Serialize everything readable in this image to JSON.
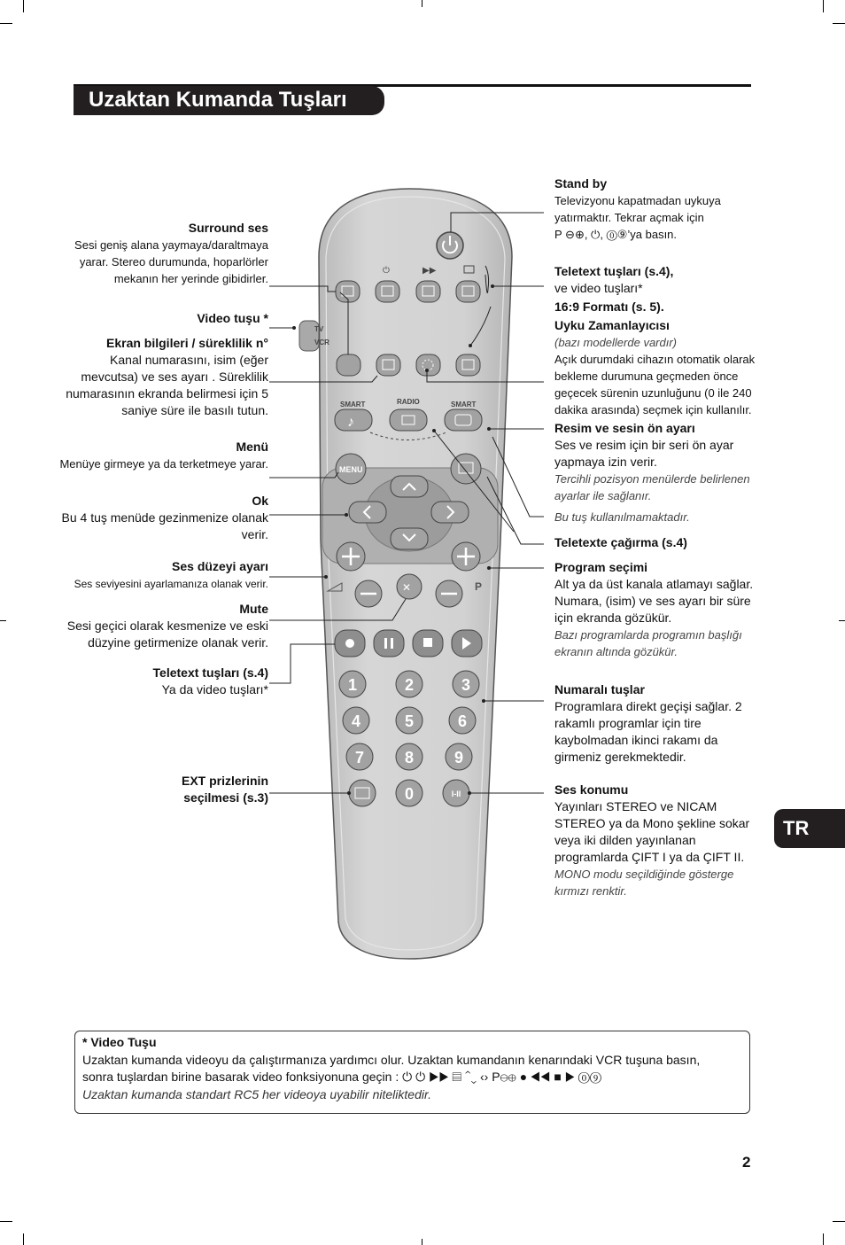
{
  "header": {
    "title": "Uzaktan Kumanda Tuşları"
  },
  "side_tab": "TR",
  "page_number": "2",
  "left_labels": [
    {
      "title": "Surround ses",
      "body": "Sesi geniş alana yaymaya/daraltmaya yarar. Stereo durumunda, hoparlörler mekanın her yerinde gibidirler."
    },
    {
      "title": "Video tuşu *",
      "body": ""
    },
    {
      "title": "Ekran bilgileri / süreklilik n°",
      "body": "Kanal numarasını, isim (eğer mevcutsa) ve ses ayarı . Süreklilik numarasının ekranda belirmesi için 5 saniye süre ile basılı tutun."
    },
    {
      "title": "Menü",
      "body": "Menüye girmeye ya da terketmeye yarar."
    },
    {
      "title": "Ok",
      "body": "Bu 4 tuş menüde gezinmenize olanak verir."
    },
    {
      "title": "Ses düzeyi ayarı",
      "body": "Ses seviyesini ayarlamanıza olanak verir."
    },
    {
      "title": "Mute",
      "body": "Sesi geçici olarak kesmenize ve eski düzyine getirmenize olanak verir."
    },
    {
      "title": "Teletext tuşları (s.4)",
      "body": "Ya da video tuşları*"
    },
    {
      "title": "EXT prizlerinin",
      "title2": "seçilmesi (s.3)"
    }
  ],
  "right_labels": {
    "standby": {
      "title": "Stand by",
      "body1": "Televizyonu kapatmadan uykuya",
      "body2": "yatırmaktır. Tekrar açmak için",
      "body3": "’ya basın."
    },
    "teletext": {
      "title": "Teletext tuşları (s.4),",
      "body": "ve video tuşları*"
    },
    "format": {
      "title": "16:9 Formatı (s. 5)."
    },
    "sleep": {
      "title": "Uyku Zamanlayıcısı",
      "note": "(bazı modellerde vardır)",
      "body": "Açık durumdaki cihazın otomatik olarak bekleme durumuna geçmeden önce geçecek sürenin uzunluğunu (0 ile 240 dakika arasında) seçmek için kullanılır."
    },
    "preset": {
      "title": "Resim ve sesin ön ayarı",
      "body": "Ses ve resim için bir seri ön ayar yapmaya izin verir.",
      "note": "Tercihli pozisyon menülerde belirlenen ayarlar ile sağlanır."
    },
    "unused": {
      "note": "Bu tuş kullanılmamaktadır."
    },
    "call_teletext": {
      "title": "Teletexte çağırma (s.4)"
    },
    "program": {
      "title": "Program seçimi",
      "body": "Alt ya da üst kanala atlamayı sağlar. Numara, (isim) ve ses ayarı bir süre için ekranda gözükür.",
      "note": "Bazı programlarda programın başlığı ekranın altında gözükür."
    },
    "numbers": {
      "title": "Numaralı tuşlar",
      "body": "Programlara direkt geçişi sağlar. 2 rakamlı programlar için tire kaybolmadan ikinci rakamı da girmeniz gerekmektedir."
    },
    "sound": {
      "title": "Ses konumu",
      "body": "Yayınları STEREO ve NICAM STEREO ya da Mono şekline sokar veya iki dilden yayınlanan programlarda ÇIFT I ya da ÇIFT II.",
      "note": "MONO modu seçildiğinde gösterge kırmızı renktir."
    }
  },
  "remote": {
    "tv": "TV",
    "vcr": "VCR",
    "smart1": "SMART",
    "radio": "RADIO",
    "smart2": "SMART",
    "menu": "MENU",
    "p": "P",
    "i_ii": "I-II",
    "digits": [
      "1",
      "2",
      "3",
      "4",
      "5",
      "6",
      "7",
      "8",
      "9",
      "0"
    ],
    "sym_p": "P"
  },
  "note": {
    "title": "* Video Tuşu",
    "line1": "Uzaktan kumanda videoyu da çalıştırmanıza yardımcı olur. Uzaktan kumandanın kenarındaki VCR tuşuna basın,",
    "line2": "sonra tuşlardan birine basarak video fonksiyonuna geçin :",
    "line3": "Uzaktan kumanda standart RC5 her videoya uyabilir niteliktedir."
  },
  "colors": {
    "remote_body": "#c9c9c9",
    "button": "#9a9a9a",
    "dark": "#231f20"
  }
}
